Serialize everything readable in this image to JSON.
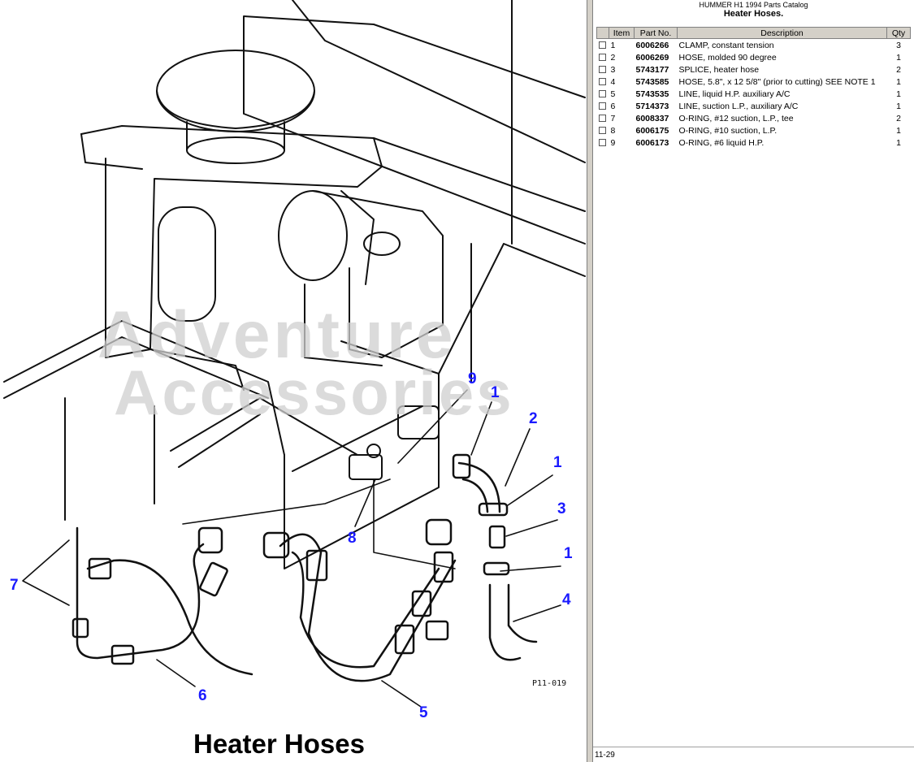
{
  "diagram": {
    "title": "Heater Hoses",
    "figure_code": "P11-019",
    "watermark_text": [
      "Adventure",
      "Accessories"
    ],
    "callouts": [
      "9",
      "1",
      "2",
      "1",
      "3",
      "1",
      "4",
      "8",
      "7",
      "6",
      "5"
    ]
  },
  "catalog": {
    "title": "HUMMER H1 1994 Parts Catalog",
    "section": "Heater Hoses.",
    "columns": [
      "Item",
      "Part No.",
      "Description",
      "Qty"
    ],
    "rows": [
      {
        "item": "1",
        "part": "6006266",
        "desc": "CLAMP, constant tension",
        "qty": "3"
      },
      {
        "item": "2",
        "part": "6006269",
        "desc": "HOSE, molded 90 degree",
        "qty": "1"
      },
      {
        "item": "3",
        "part": "5743177",
        "desc": "SPLICE, heater hose",
        "qty": "2"
      },
      {
        "item": "4",
        "part": "5743585",
        "desc": "HOSE, 5.8\", x 12 5/8\" (prior to cutting) SEE NOTE 1",
        "qty": "1"
      },
      {
        "item": "5",
        "part": "5743535",
        "desc": "LINE, liquid H.P. auxiliary A/C",
        "qty": "1"
      },
      {
        "item": "6",
        "part": "5714373",
        "desc": "LINE, suction L.P., auxiliary A/C",
        "qty": "1"
      },
      {
        "item": "7",
        "part": "6008337",
        "desc": "O-RING, #12 suction, L.P., tee",
        "qty": "2"
      },
      {
        "item": "8",
        "part": "6006175",
        "desc": "O-RING, #10 suction, L.P.",
        "qty": "1"
      },
      {
        "item": "9",
        "part": "6006173",
        "desc": "O-RING, #6 liquid H.P.",
        "qty": "1"
      }
    ],
    "footer": "11-29"
  },
  "colors": {
    "callout": "#1a1aff",
    "header_bg": "#d4d0c8",
    "watermark": "#cfcfcf",
    "logo": "#cfe3c6"
  }
}
